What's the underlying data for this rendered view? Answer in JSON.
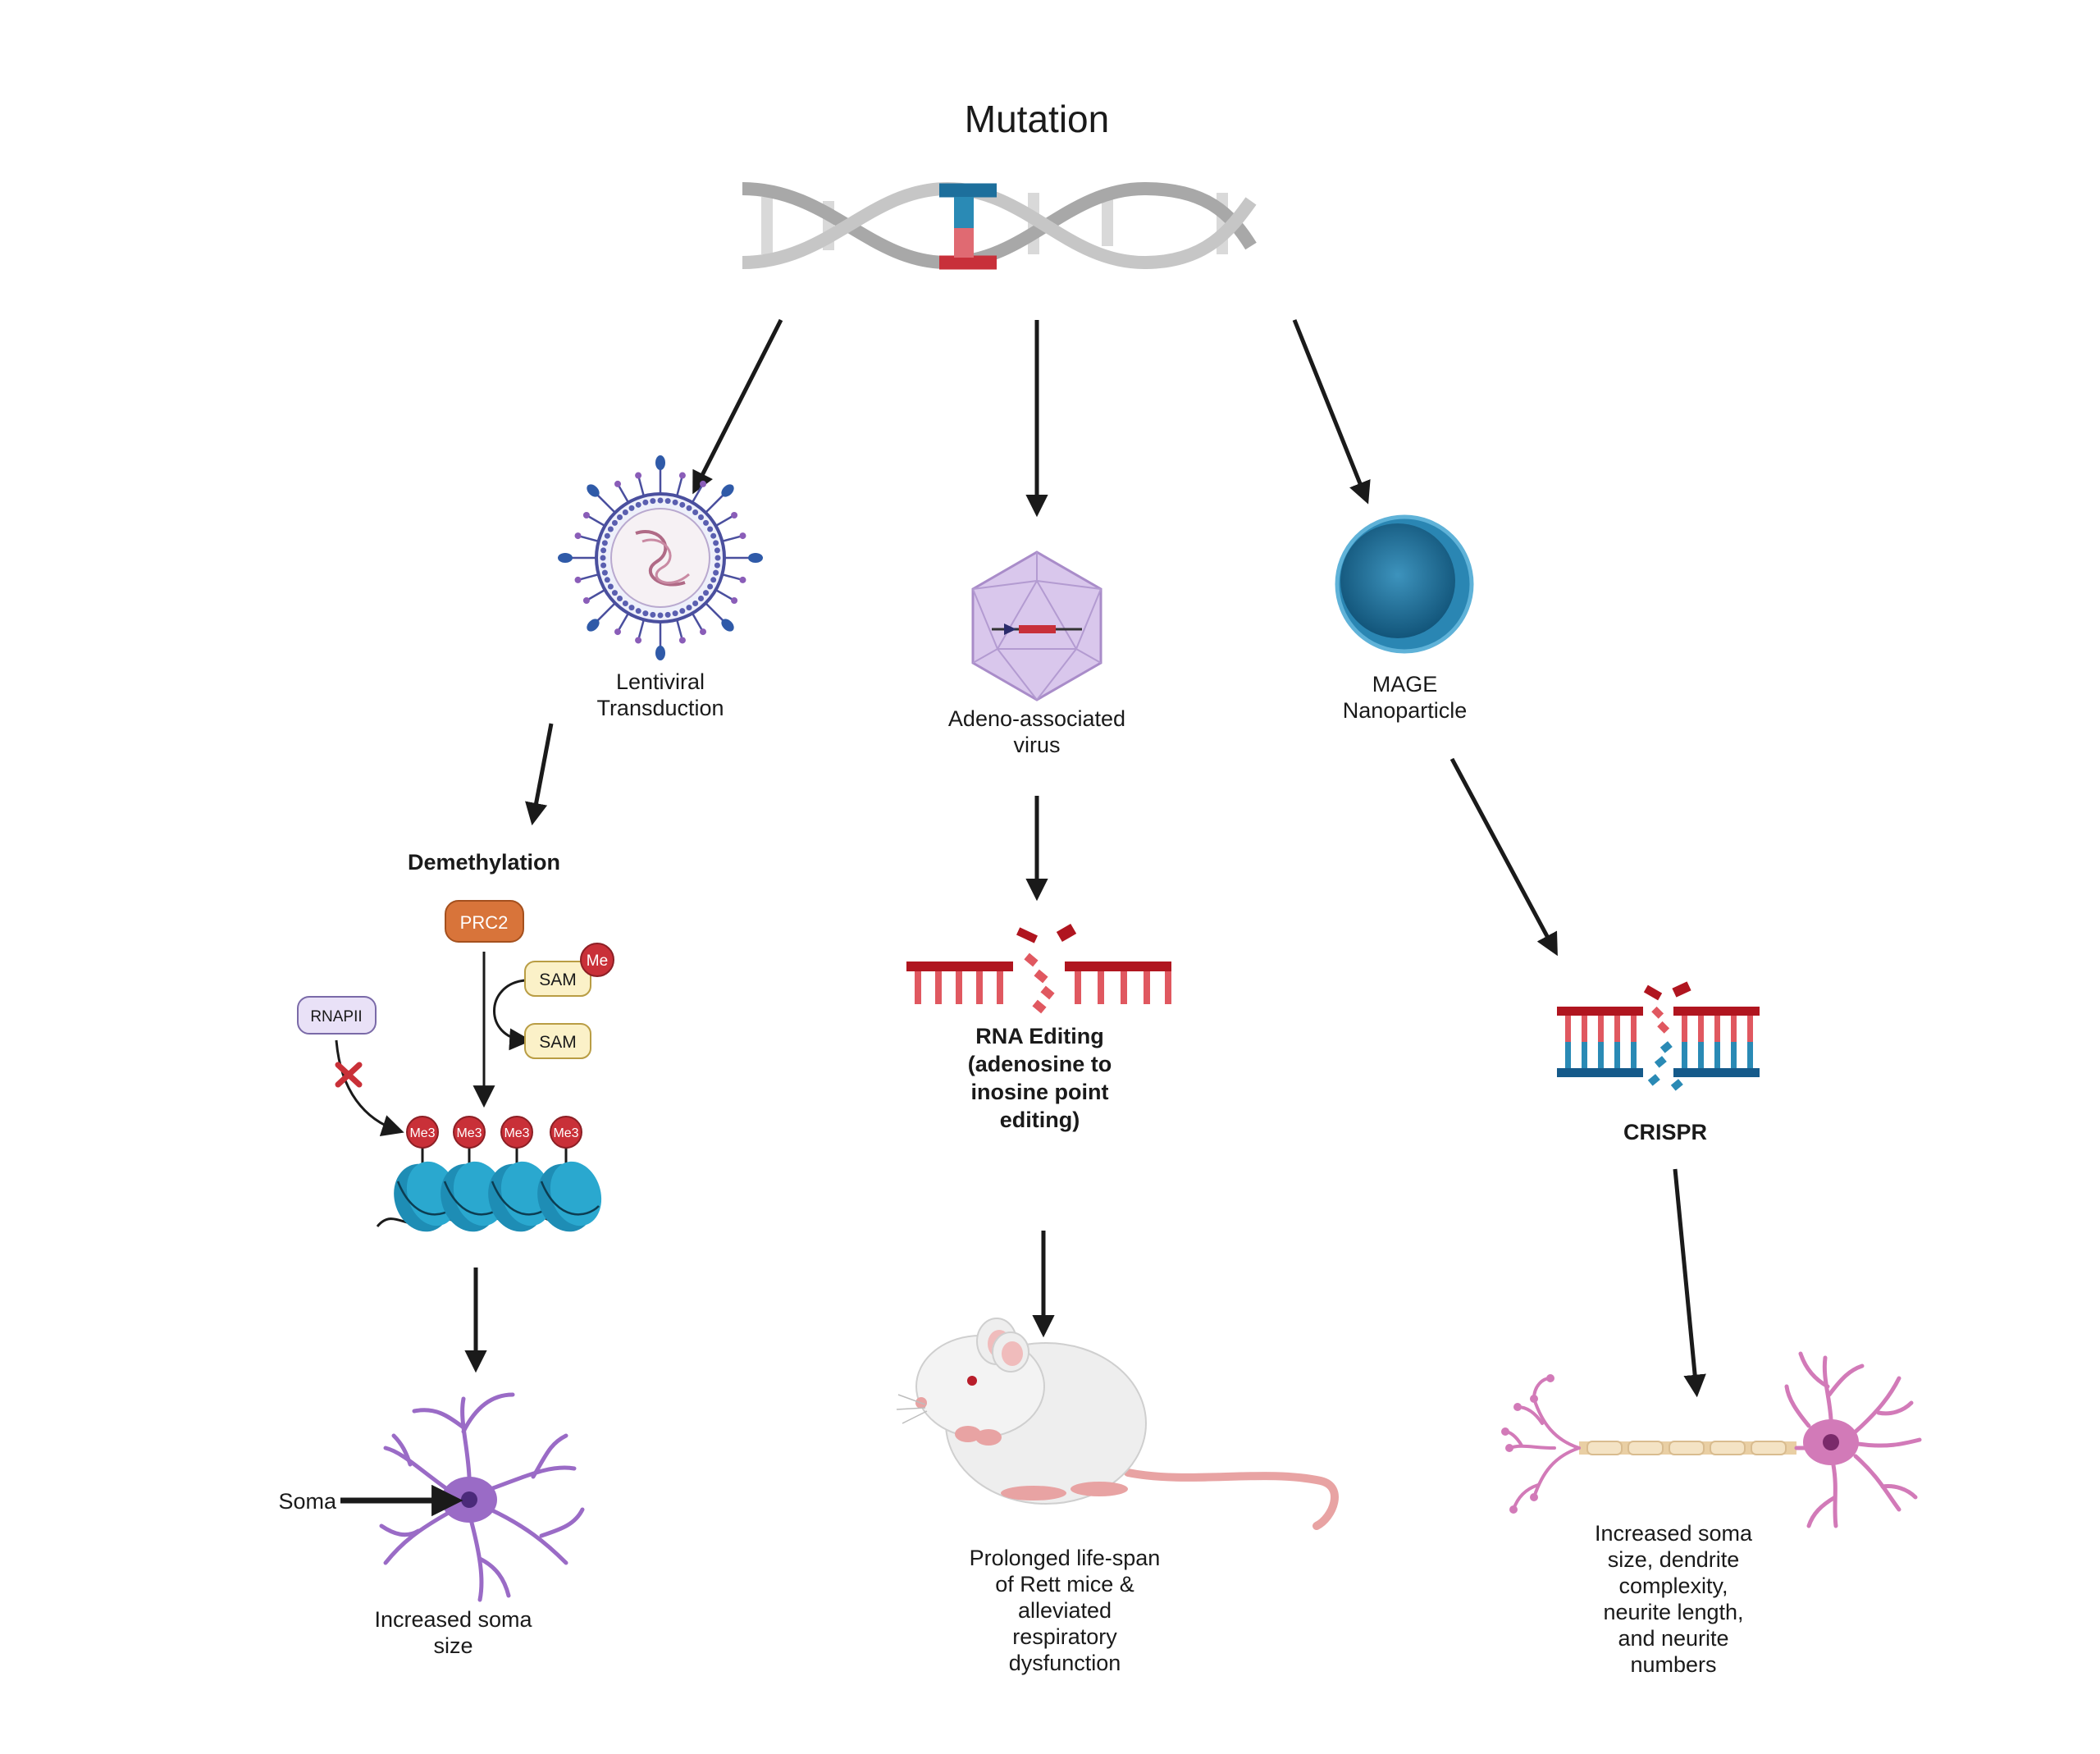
{
  "title": "Mutation",
  "branches": {
    "left": {
      "delivery_label": "Lentiviral Transduction",
      "mechanism_label": "Demethylation",
      "complex_label": "PRC2",
      "cofactor_label": "SAM",
      "cofactor2_label": "SAM",
      "methyl_label": "Me",
      "polymerase_label": "RNAPII",
      "histone_mark_label": "Me3",
      "soma_label": "Soma",
      "outcome_label": "Increased soma size"
    },
    "middle": {
      "delivery_label": "Adeno-associated virus",
      "mechanism_label": "RNA Editing (adenosine to inosine point editing)",
      "outcome_label": "Prolonged life-span of Rett mice & alleviated respiratory dysfunction"
    },
    "right": {
      "delivery_label": "MAGE Nanoparticle",
      "mechanism_label": "CRISPR",
      "outcome_label": "Increased soma size, dendrite complexity, neurite length, and neurite numbers"
    }
  },
  "colors": {
    "arrow": "#1a1a1a",
    "dna_grey": "#a8a8a8",
    "dna_light": "#d4d4d4",
    "mutation_blue": "#1d6f9c",
    "mutation_red": "#c8303a",
    "prc2": "#d8743a",
    "sam_fill": "#fbf1c8",
    "me_red": "#c93038",
    "nucleosome": "#2aa8cf",
    "lentivirus": "#5a5fb0",
    "aav": "#c9b3e3",
    "nanoparticle": "#1f6e97",
    "neuron_purple": "#9a6bc6",
    "neuron_pink": "#d27ab8",
    "mouse_body": "#eeeeee",
    "mouse_pink": "#e8a3a3"
  }
}
